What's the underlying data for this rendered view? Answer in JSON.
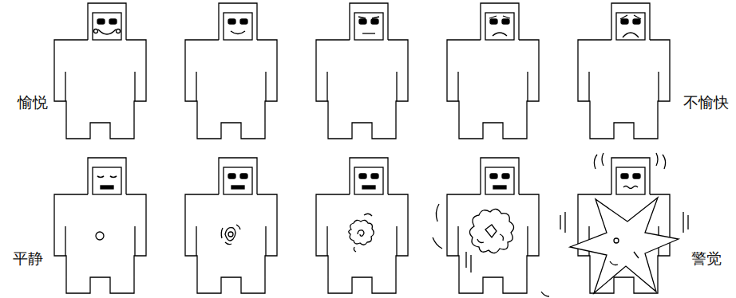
{
  "diagram": {
    "labels": [
      "愉悦",
      "不愉快",
      "平静",
      "警觉"
    ]
  }
}
